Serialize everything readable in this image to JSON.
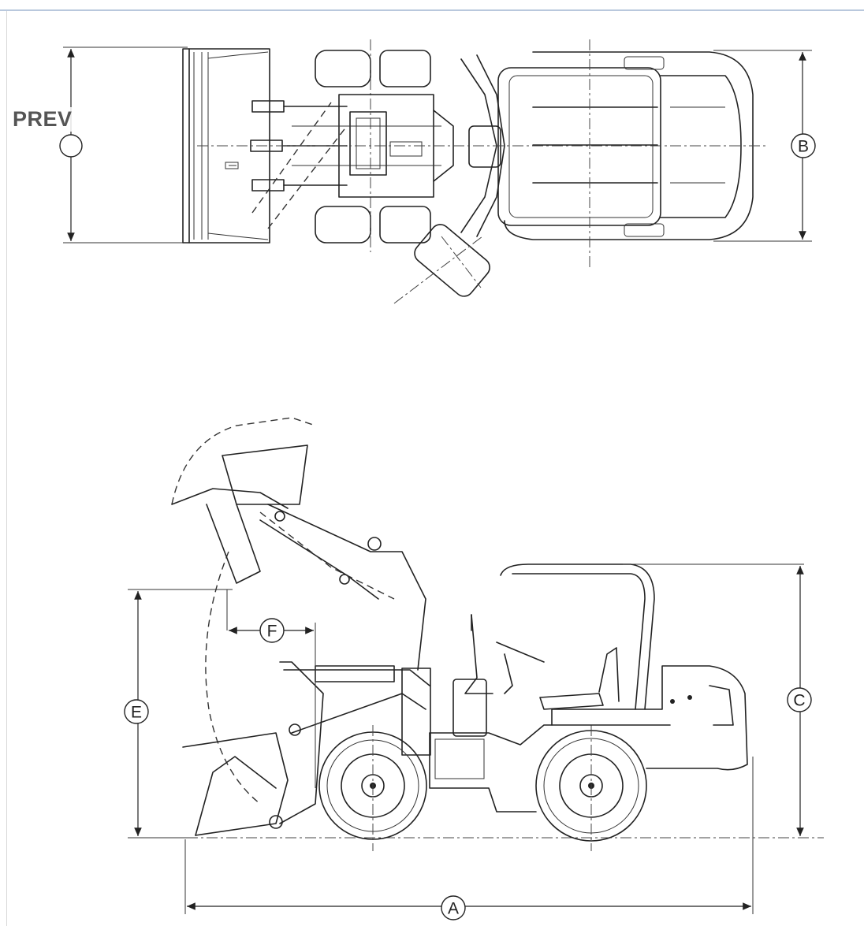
{
  "nav": {
    "prev_label": "PREV"
  },
  "dimension_labels": {
    "a": "A",
    "b": "B",
    "c": "C",
    "e": "E",
    "f": "F"
  }
}
